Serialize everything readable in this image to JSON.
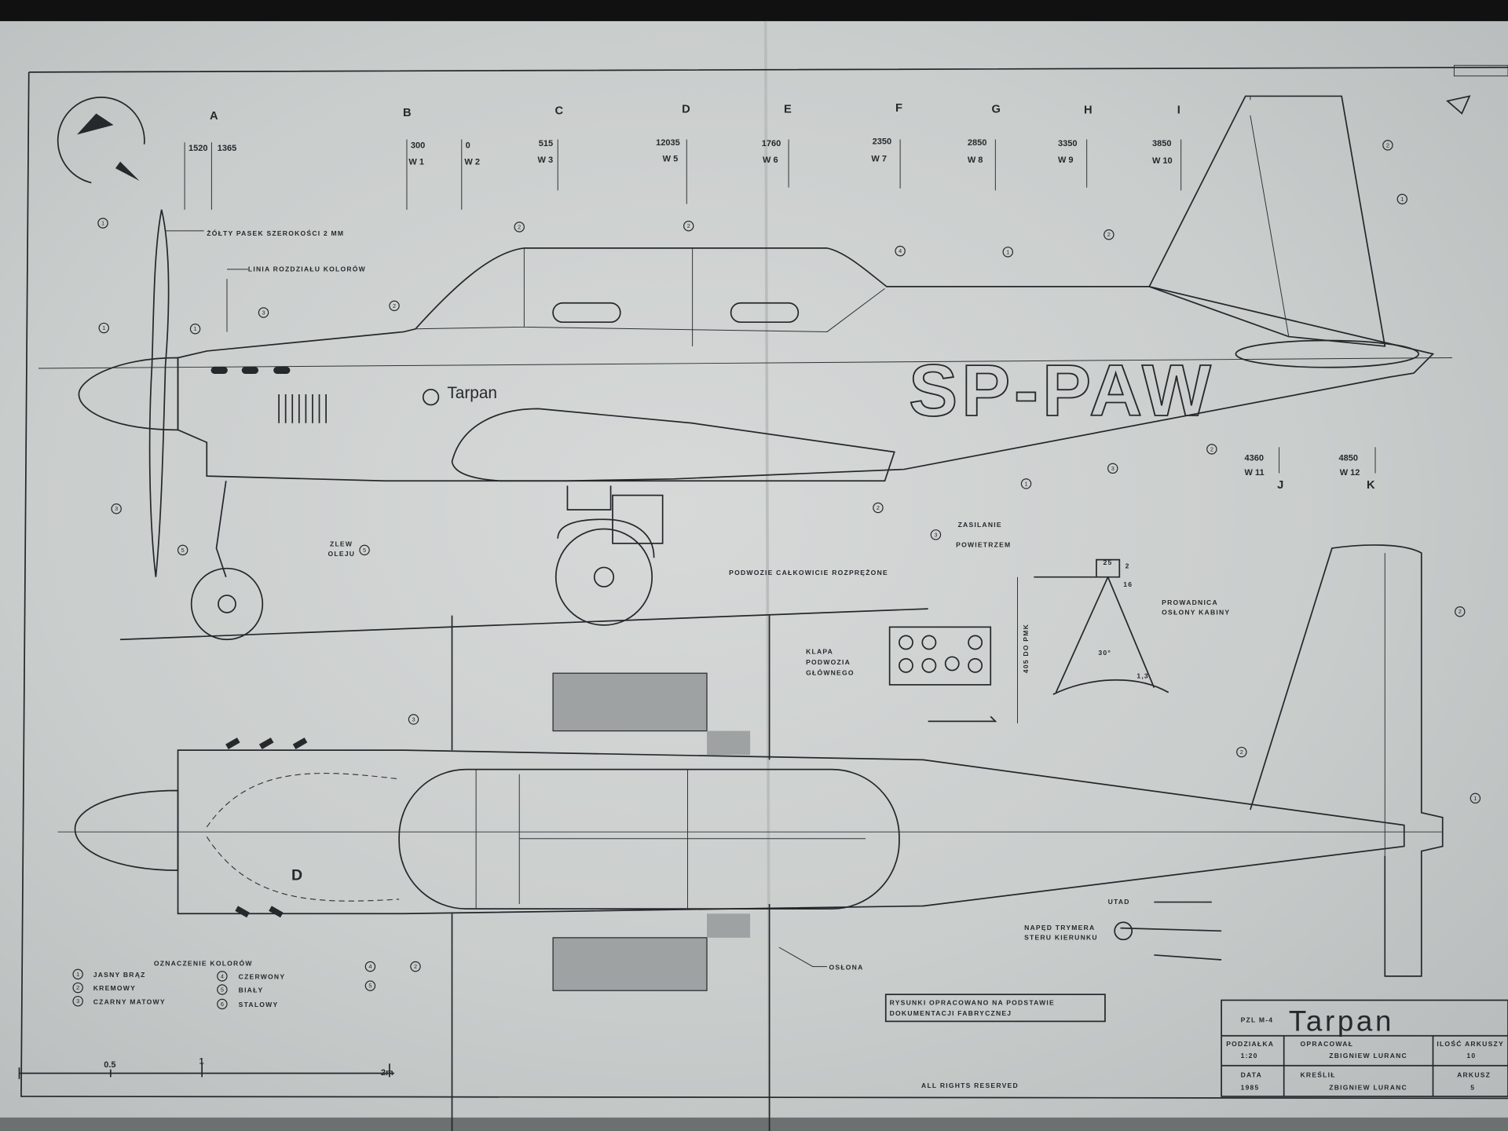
{
  "stations": {
    "letters": [
      "A",
      "B",
      "C",
      "D",
      "E",
      "F",
      "G",
      "H",
      "I",
      "J",
      "K"
    ],
    "values": [
      "1520",
      "1365",
      "300",
      "0",
      "515",
      "12035",
      "1760",
      "2350",
      "2850",
      "3350",
      "3850",
      "4360",
      "4850"
    ],
    "frames": [
      "W 1",
      "W 2",
      "W 3",
      "W 5",
      "W 6",
      "W 7",
      "W 8",
      "W 9",
      "W 10",
      "W 11",
      "W 12"
    ]
  },
  "aircraft": {
    "registration": "SP-PAW",
    "fuselage_name": "Tarpan"
  },
  "notes": {
    "yellow_stripe": "ŻÓŁTY PASEK SZEROKOŚCI 2 MM",
    "color_line": "LINIA ROZDZIAŁU KOLORÓW",
    "oil_drain": [
      "ZLEW",
      "OLEJU"
    ],
    "air_supply": [
      "ZASILANIE",
      "POWIETRZEM"
    ],
    "gear_extended": "PODWOZIE CAŁKOWICIE ROZPRĘŻONE",
    "gear_door": [
      "KLAPA",
      "PODWOZIA",
      "GŁÓWNEGO"
    ],
    "canopy_rail": [
      "PROWADNICA",
      "OSŁONY KABINY"
    ],
    "rail_dims": {
      "width": "25",
      "h1": "2",
      "h2": "16",
      "angle": "30°",
      "side": "1,3",
      "height_label": "405 DO PMK"
    },
    "trim_drive": [
      "NAPĘD TRYMERA",
      "STERU KIERUNKU"
    ],
    "trim_label": "UTAD",
    "cover": "OSŁONA",
    "source_box": [
      "RYSUNKI OPRACOWANO NA PODSTAWIE",
      "DOKUMENTACJI FABRYCZNEJ"
    ],
    "rights": "ALL RIGHTS RESERVED"
  },
  "legend": {
    "title": "OZNACZENIE KOLORÓW",
    "items": [
      {
        "num": "1",
        "label": "JASNY BRĄZ"
      },
      {
        "num": "2",
        "label": "KREMOWY"
      },
      {
        "num": "3",
        "label": "CZARNY MATOWY"
      },
      {
        "num": "4",
        "label": "CZERWONY"
      },
      {
        "num": "5",
        "label": "BIAŁY"
      },
      {
        "num": "6",
        "label": "STALOWY"
      }
    ]
  },
  "scale_bar": {
    "ticks": [
      "0.5",
      "1",
      "2m"
    ]
  },
  "title_block": {
    "model": "PZL M-4",
    "name": "Tarpan",
    "scale_label": "PODZIAŁKA",
    "scale": "1:20",
    "prepared_label": "OPRACOWAŁ",
    "prepared_by": "ZBIGNIEW LURANC",
    "sheets_label": "ILOŚĆ ARKUSZY",
    "sheets": "10",
    "date_label": "DATA",
    "date": "1985",
    "drawn_label": "KREŚLIŁ",
    "drawn_by": "ZBIGNIEW LURANC",
    "sheet_label": "ARKUSZ",
    "sheet": "5"
  },
  "callouts": [
    "1",
    "1",
    "3",
    "2",
    "3",
    "2",
    "2",
    "4",
    "1",
    "2",
    "1",
    "2",
    "1",
    "3",
    "2",
    "3",
    "1",
    "5",
    "5",
    "2",
    "3",
    "2",
    "2",
    "1",
    "4",
    "5",
    "2"
  ]
}
